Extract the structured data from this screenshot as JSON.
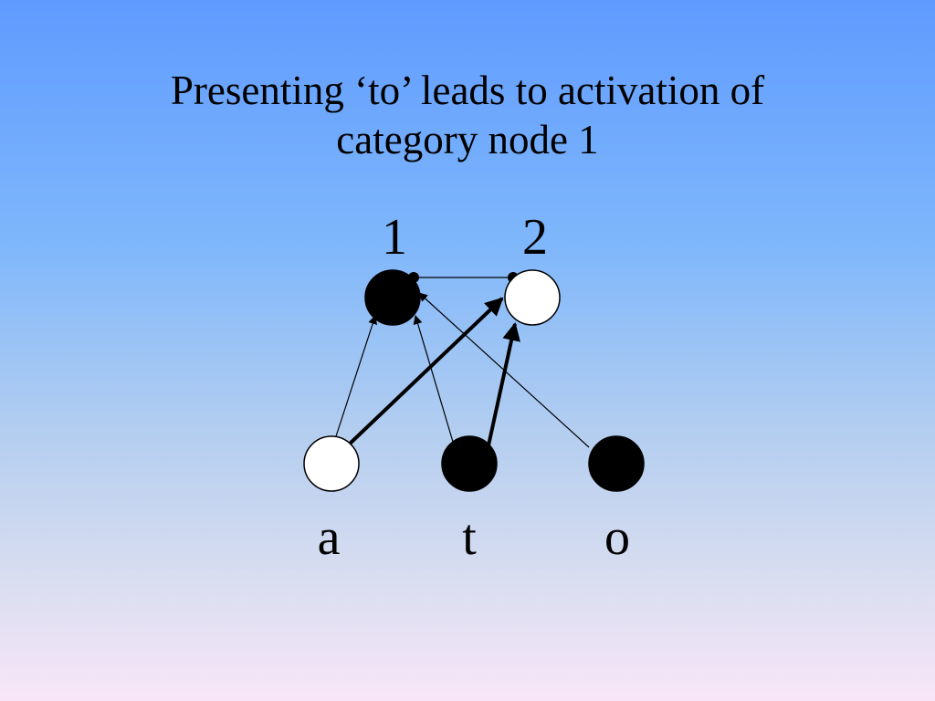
{
  "slide": {
    "title_line1": "Presenting ‘to’ leads to activation of",
    "title_line2": "category node 1"
  },
  "diagram": {
    "category_nodes": [
      {
        "label": "1",
        "active": true
      },
      {
        "label": "2",
        "active": false
      }
    ],
    "input_nodes": [
      {
        "label": "a",
        "active": false
      },
      {
        "label": "t",
        "active": true
      },
      {
        "label": "o",
        "active": true
      }
    ],
    "connections": [
      {
        "from": "a",
        "to": "1",
        "weight": "weak"
      },
      {
        "from": "a",
        "to": "2",
        "weight": "strong"
      },
      {
        "from": "t",
        "to": "1",
        "weight": "weak"
      },
      {
        "from": "t",
        "to": "2",
        "weight": "strong"
      },
      {
        "from": "o",
        "to": "1",
        "weight": "weak"
      }
    ],
    "lateral_connection": {
      "between": [
        "1",
        "2"
      ],
      "type": "inhibitory"
    },
    "colors": {
      "active": "#000000",
      "inactive": "#ffffff",
      "background_top": "#5f9bff",
      "background_bottom": "#f8e6f8"
    }
  }
}
